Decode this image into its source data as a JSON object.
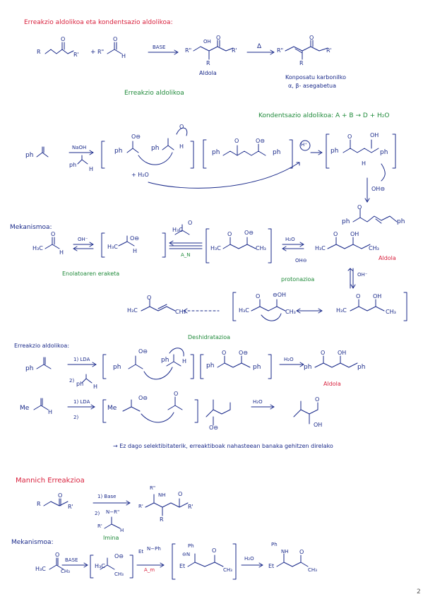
{
  "intro": {
    "heading": "Erreakzio aldolikoa eta kondentsazio aldolikoa:",
    "base_label": "BASE",
    "delta_label": "Δ",
    "aldola_label": "Aldola",
    "product_label_1": "Konposatu karbonilko",
    "product_label_2": "α, β- asegabetua",
    "aldol_reaction_title": "Erreakzio aldolikoa"
  },
  "condensation": {
    "title": "Kondentsazio aldolikoa: A + B → D + H₂O",
    "naoh_label": "NaOH",
    "plus_h2o": "+ H₂O",
    "oh_minus": "OH⊖",
    "ph": "ph"
  },
  "mechanism1": {
    "heading": "Mekanismoa:",
    "oh_minus": "OH⁻",
    "an_label": "A_N",
    "h2o": "H₂O",
    "oh_minus_2": "OH⊖",
    "enolate_label": "Enolatoaren eraketa",
    "protonation_label": "protonazioa",
    "aldola_label": "Aldola",
    "oh_minus_3": "OH⁻",
    "dehydration_label": "Deshidratazioa",
    "h3c": "H₃C",
    "ch3": "CH₃"
  },
  "aldol2": {
    "heading": "Erreakzio aldolikoa:",
    "step1_lda": "1) LDA",
    "step2": "2)",
    "h2o": "H₂O",
    "aldola_label": "Aldola",
    "me": "Me",
    "note": "→ Ez dago selektibitaterik, erreaktiboak nahasteean banaka gehitzen direlako"
  },
  "mannich": {
    "title": "Mannich Erreakzioa",
    "step1_base": "1) Base",
    "step2": "2)",
    "imina_label": "Imina",
    "mechanism_heading": "Mekanismoa:",
    "base_label": "BASE",
    "am_label": "A_m",
    "h2o": "H₂O",
    "et": "Et",
    "ph": "Ph"
  },
  "page_number": "2"
}
